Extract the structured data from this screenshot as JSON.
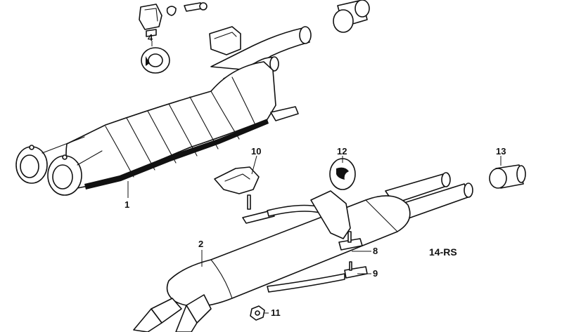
{
  "diagram": {
    "code": "14-RS",
    "callouts": [
      {
        "id": "c1",
        "label": "1"
      },
      {
        "id": "c2",
        "label": "2"
      },
      {
        "id": "c4",
        "label": "4"
      },
      {
        "id": "c8",
        "label": "8"
      },
      {
        "id": "c9",
        "label": "9"
      },
      {
        "id": "c10",
        "label": "10"
      },
      {
        "id": "c11",
        "label": "11"
      },
      {
        "id": "c12",
        "label": "12"
      },
      {
        "id": "c13",
        "label": "13"
      }
    ]
  }
}
